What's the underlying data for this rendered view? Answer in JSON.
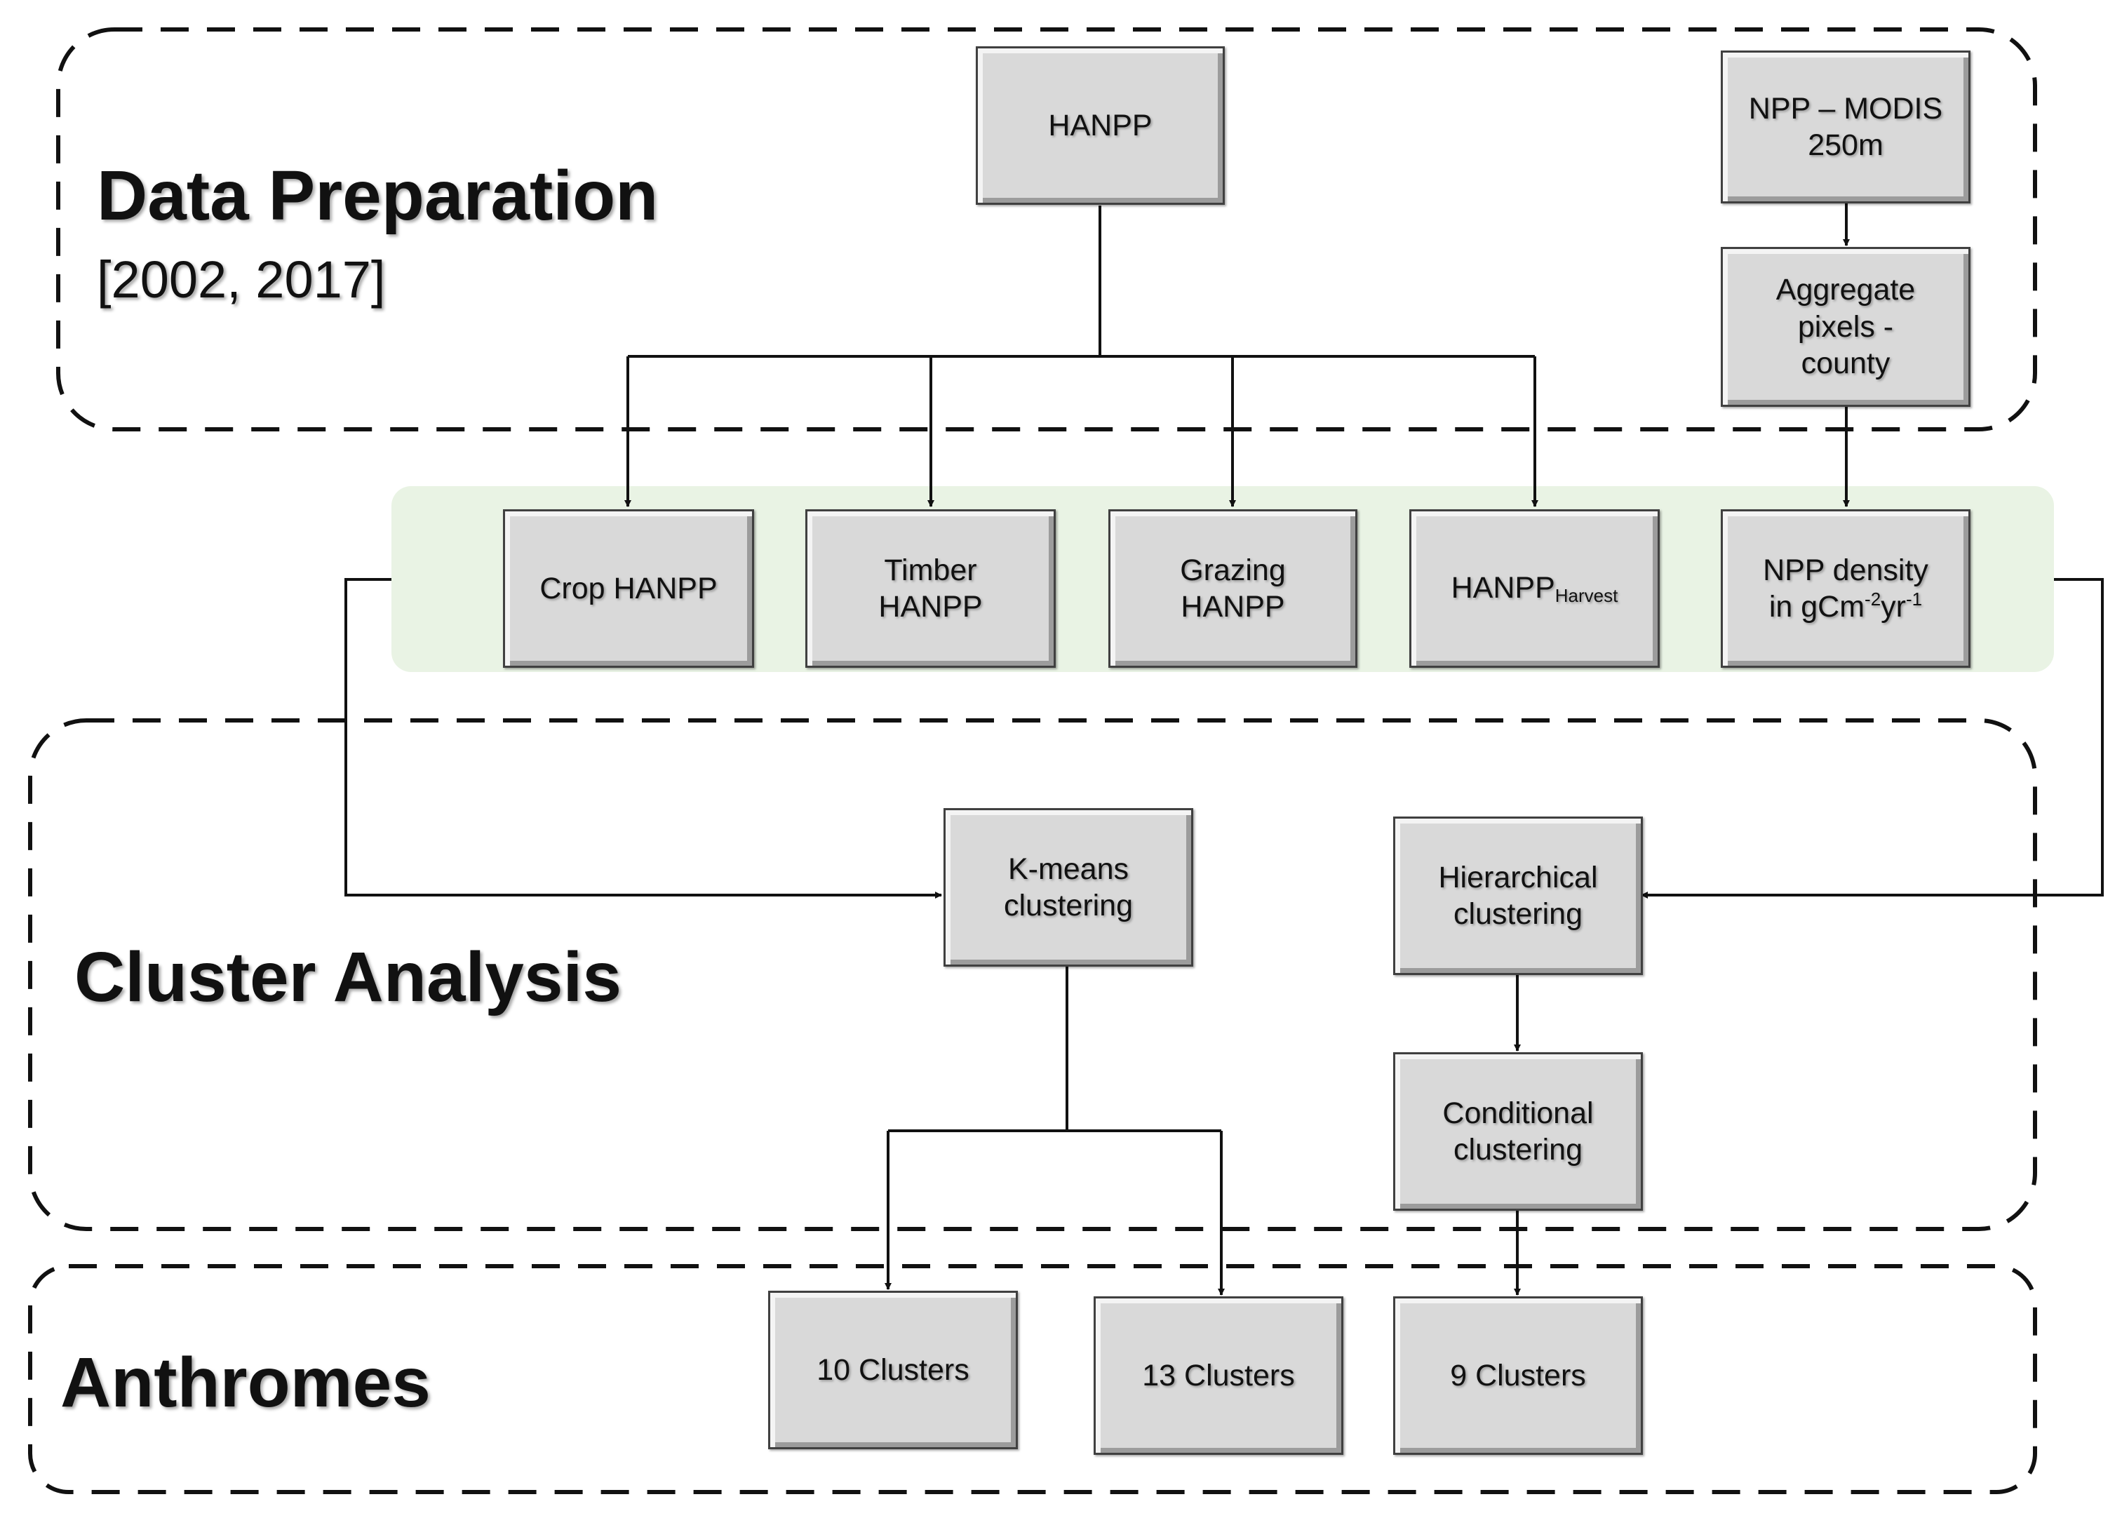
{
  "sections": {
    "data_preparation": {
      "title": "Data Preparation",
      "subtitle": "[2002, 2017]"
    },
    "cluster_analysis": {
      "title": "Cluster Analysis"
    },
    "anthromes": {
      "title": "Anthromes"
    }
  },
  "nodes": {
    "hanpp": {
      "label": "HANPP"
    },
    "npp_modis": {
      "line1": "NPP – MODIS",
      "line2": "250m"
    },
    "aggregate": {
      "line1": "Aggregate",
      "line2": "pixels -",
      "line3": "county"
    },
    "crop_hanpp": {
      "label": "Crop HANPP"
    },
    "timber_hanpp": {
      "line1": "Timber",
      "line2": "HANPP"
    },
    "grazing_hanpp": {
      "line1": "Grazing",
      "line2": "HANPP"
    },
    "hanpp_harvest": {
      "base": "HANPP",
      "subscript": "Harvest"
    },
    "npp_density": {
      "line1": "NPP density",
      "prefix": "in gCm",
      "exp1": "-2",
      "mid": "yr",
      "exp2": "-1"
    },
    "kmeans": {
      "line1": "K-means",
      "line2": "clustering"
    },
    "hierarchical": {
      "line1": "Hierarchical",
      "line2": "clustering"
    },
    "conditional": {
      "line1": "Conditional",
      "line2": "clustering"
    },
    "clusters_10": {
      "label": "10 Clusters"
    },
    "clusters_13": {
      "label": "13 Clusters"
    },
    "clusters_9": {
      "label": "9 Clusters"
    }
  },
  "colors": {
    "box_fill": "#d9d9d9",
    "box_border": "#404040",
    "highlight_band": "#e9f3e4",
    "line": "#111111"
  }
}
